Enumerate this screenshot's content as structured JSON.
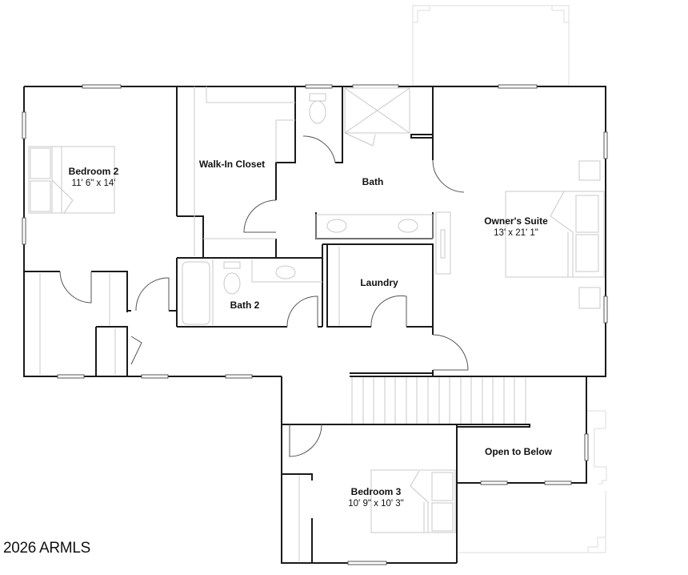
{
  "plan": {
    "type": "floor-plan",
    "level": "second-floor",
    "rooms": [
      {
        "id": "bedroom2",
        "name": "Bedroom 2",
        "dimensions": "11' 6\" x 14'"
      },
      {
        "id": "walkin",
        "name": "Walk-In Closet",
        "dimensions": ""
      },
      {
        "id": "bath",
        "name": "Bath",
        "dimensions": ""
      },
      {
        "id": "owners",
        "name": "Owner's Suite",
        "dimensions": "13' x 21' 1\""
      },
      {
        "id": "laundry",
        "name": "Laundry",
        "dimensions": ""
      },
      {
        "id": "bath2",
        "name": "Bath 2",
        "dimensions": ""
      },
      {
        "id": "open",
        "name": "Open to Below",
        "dimensions": ""
      },
      {
        "id": "bedroom3",
        "name": "Bedroom 3",
        "dimensions": "10' 9\" x 10' 3\""
      }
    ]
  },
  "watermark": {
    "text": "2026 ARMLS"
  },
  "colors": {
    "wall": "#1a1a1a",
    "fixture": "#c8c8c8",
    "background": "#ffffff"
  }
}
